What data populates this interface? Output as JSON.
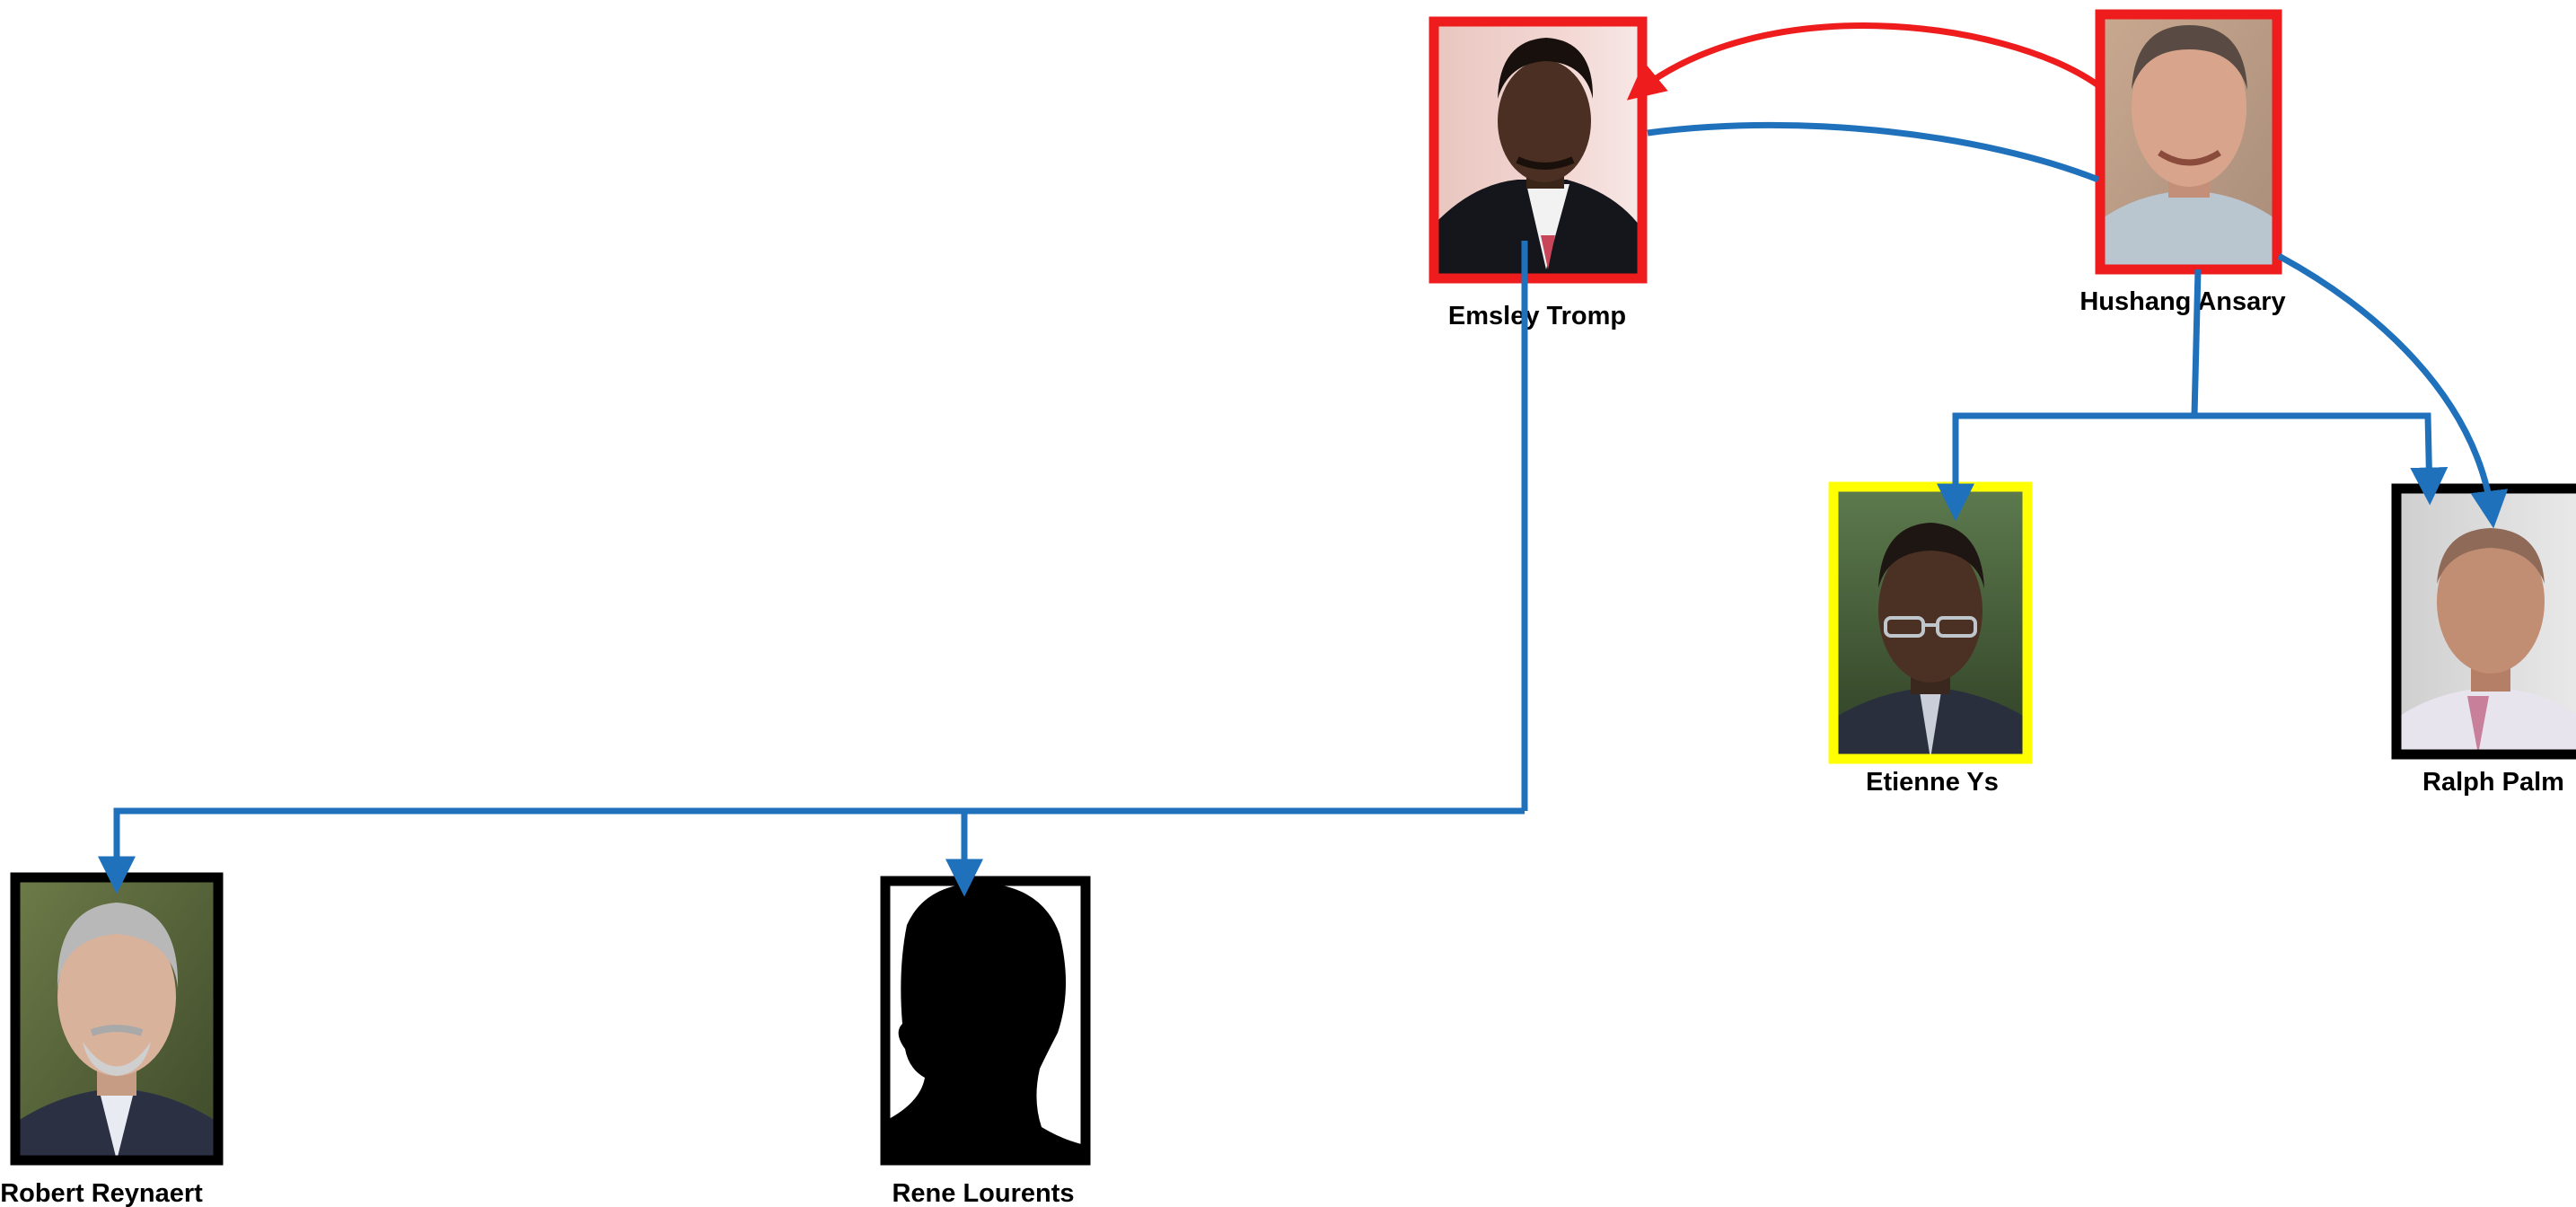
{
  "people": [
    {
      "id": "emsley-tromp",
      "name": "Emsley Tromp",
      "frame_color": "#ee1c1c",
      "portrait": "photo"
    },
    {
      "id": "hushang-ansary",
      "name": "Hushang Ansary",
      "frame_color": "#ee1c1c",
      "portrait": "photo"
    },
    {
      "id": "etienne-ys",
      "name": "Etienne Ys",
      "frame_color": "#ffff00",
      "portrait": "photo"
    },
    {
      "id": "ralph-palm",
      "name": "Ralph Palm",
      "frame_color": "#000000",
      "portrait": "photo"
    },
    {
      "id": "robert-reynaert",
      "name": "Robert Reynaert",
      "frame_color": "#000000",
      "portrait": "photo"
    },
    {
      "id": "rene-lourents",
      "name": "Rene Lourents",
      "frame_color": "#000000",
      "portrait": "silhouette"
    }
  ],
  "connections": [
    {
      "from": "hushang-ansary",
      "to": "emsley-tromp",
      "color": "#ee1c1c",
      "arrow": true
    },
    {
      "from": "hushang-ansary",
      "to": "emsley-tromp",
      "color": "#1f71bc",
      "arrow": false
    },
    {
      "from": "hushang-ansary",
      "to": "etienne-ys",
      "color": "#1f71bc",
      "arrow": true
    },
    {
      "from": "hushang-ansary",
      "to": "ralph-palm",
      "color": "#1f71bc",
      "arrow": true
    },
    {
      "from": "hushang-ansary",
      "to": "ralph-palm",
      "color": "#1f71bc",
      "arrow": true
    },
    {
      "from": "emsley-tromp",
      "to": "robert-reynaert",
      "color": "#1f71bc",
      "arrow": true
    },
    {
      "from": "emsley-tromp",
      "to": "rene-lourents",
      "color": "#1f71bc",
      "arrow": true
    }
  ]
}
